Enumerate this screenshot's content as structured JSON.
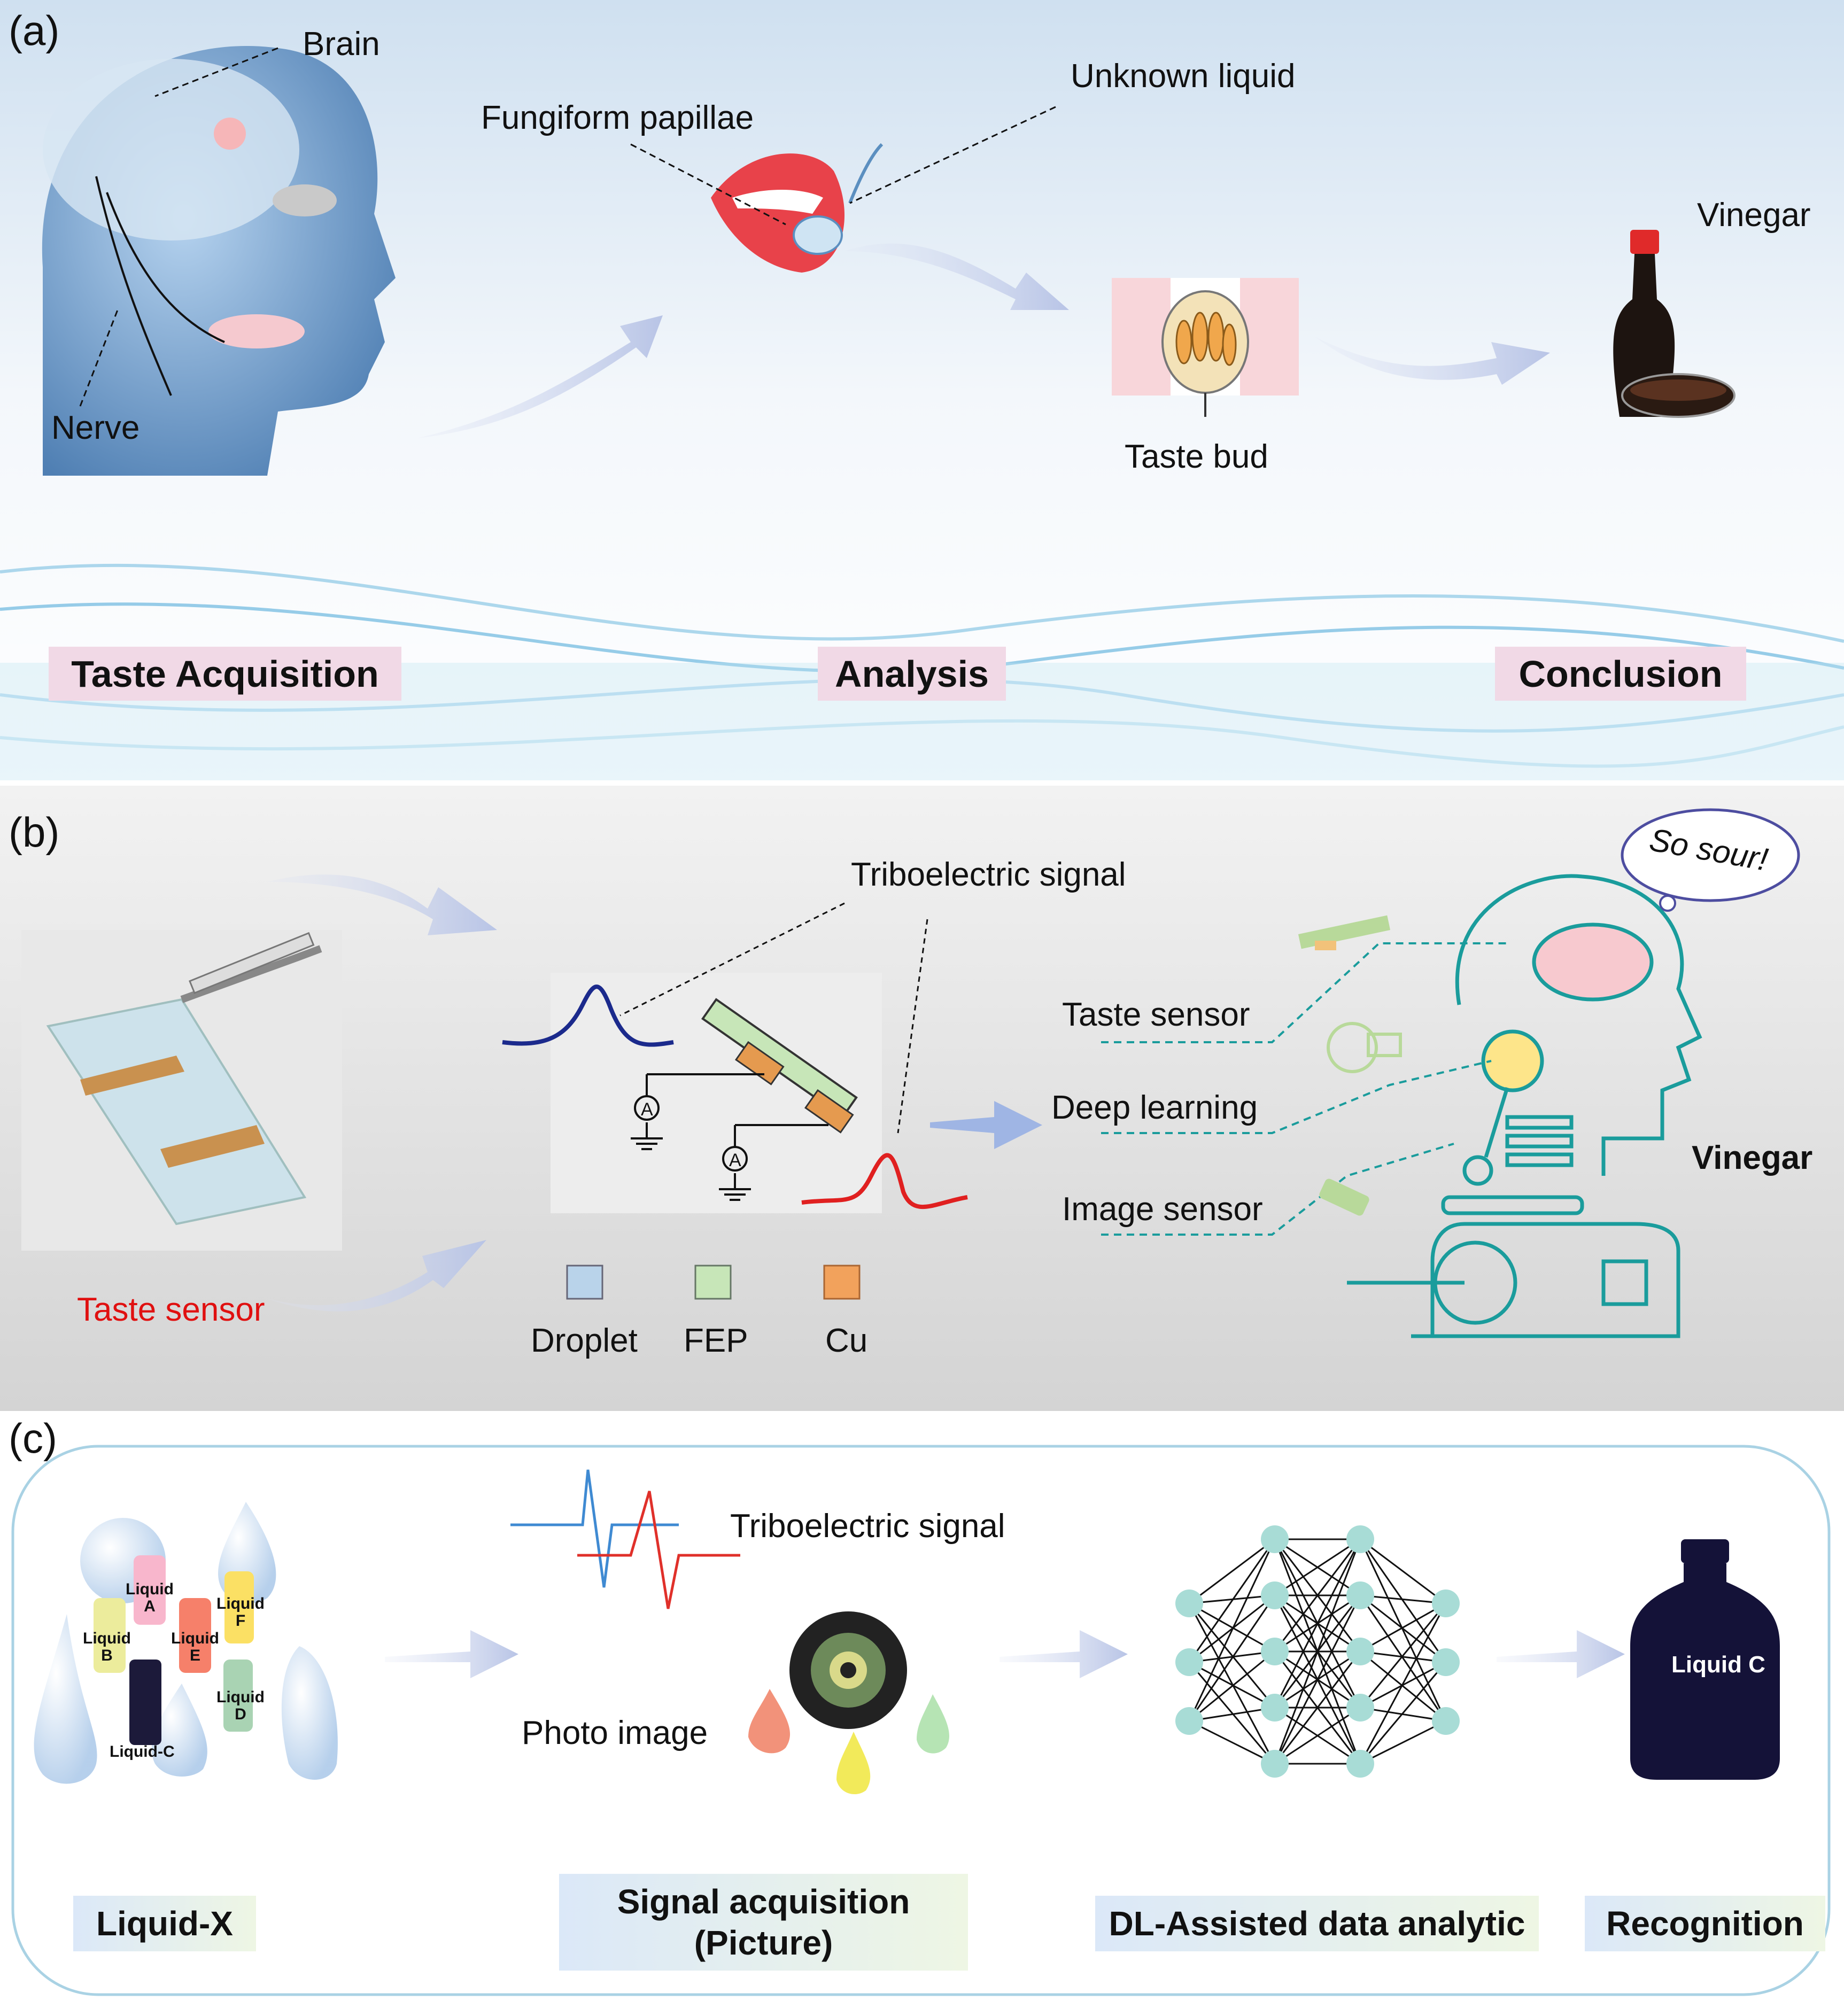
{
  "panel_a": {
    "label": "(a)",
    "annotations": {
      "brain": "Brain",
      "nerve": "Nerve",
      "fungiform": "Fungiform papillae",
      "unknown_liquid": "Unknown liquid",
      "taste_bud": "Taste bud",
      "vinegar": "Vinegar"
    },
    "stages": [
      "Taste Acquisition",
      "Analysis",
      "Conclusion"
    ]
  },
  "panel_b": {
    "label": "(b)",
    "triboelectric_signal": "Triboelectric signal",
    "taste_sensor_red": "Taste sensor",
    "legend": [
      {
        "label": "Droplet",
        "color": "#b9d3ea"
      },
      {
        "label": "FEP",
        "color": "#c7e6b8"
      },
      {
        "label": "Cu",
        "color": "#f2a25c"
      }
    ],
    "ammeter": "A",
    "ai_inputs": [
      "Taste sensor",
      "Deep learning",
      "Image sensor"
    ],
    "speech": "So sour!",
    "result": "Vinegar",
    "accent": "#1a9c9c"
  },
  "panel_c": {
    "label": "(c)",
    "liquids": [
      {
        "name": "Liquid",
        "id": "A",
        "color": "#f8b6cc"
      },
      {
        "name": "Liquid",
        "id": "B",
        "color": "#ecec9c"
      },
      {
        "name": "Liquid",
        "id": "E",
        "color": "#f6806a"
      },
      {
        "name": "Liquid",
        "id": "F",
        "color": "#fbe064"
      },
      {
        "name": "Liquid",
        "id": "D",
        "color": "#a9d3b3"
      }
    ],
    "liquid_c": "Liquid-C",
    "triboelectric_signal": "Triboelectric signal",
    "photo_image": "Photo image",
    "bottle_label": "Liquid C",
    "steps": [
      "Liquid-X",
      "Signal acquisition\n(Picture)",
      "DL-Assisted data analytic",
      "Recognition"
    ]
  }
}
